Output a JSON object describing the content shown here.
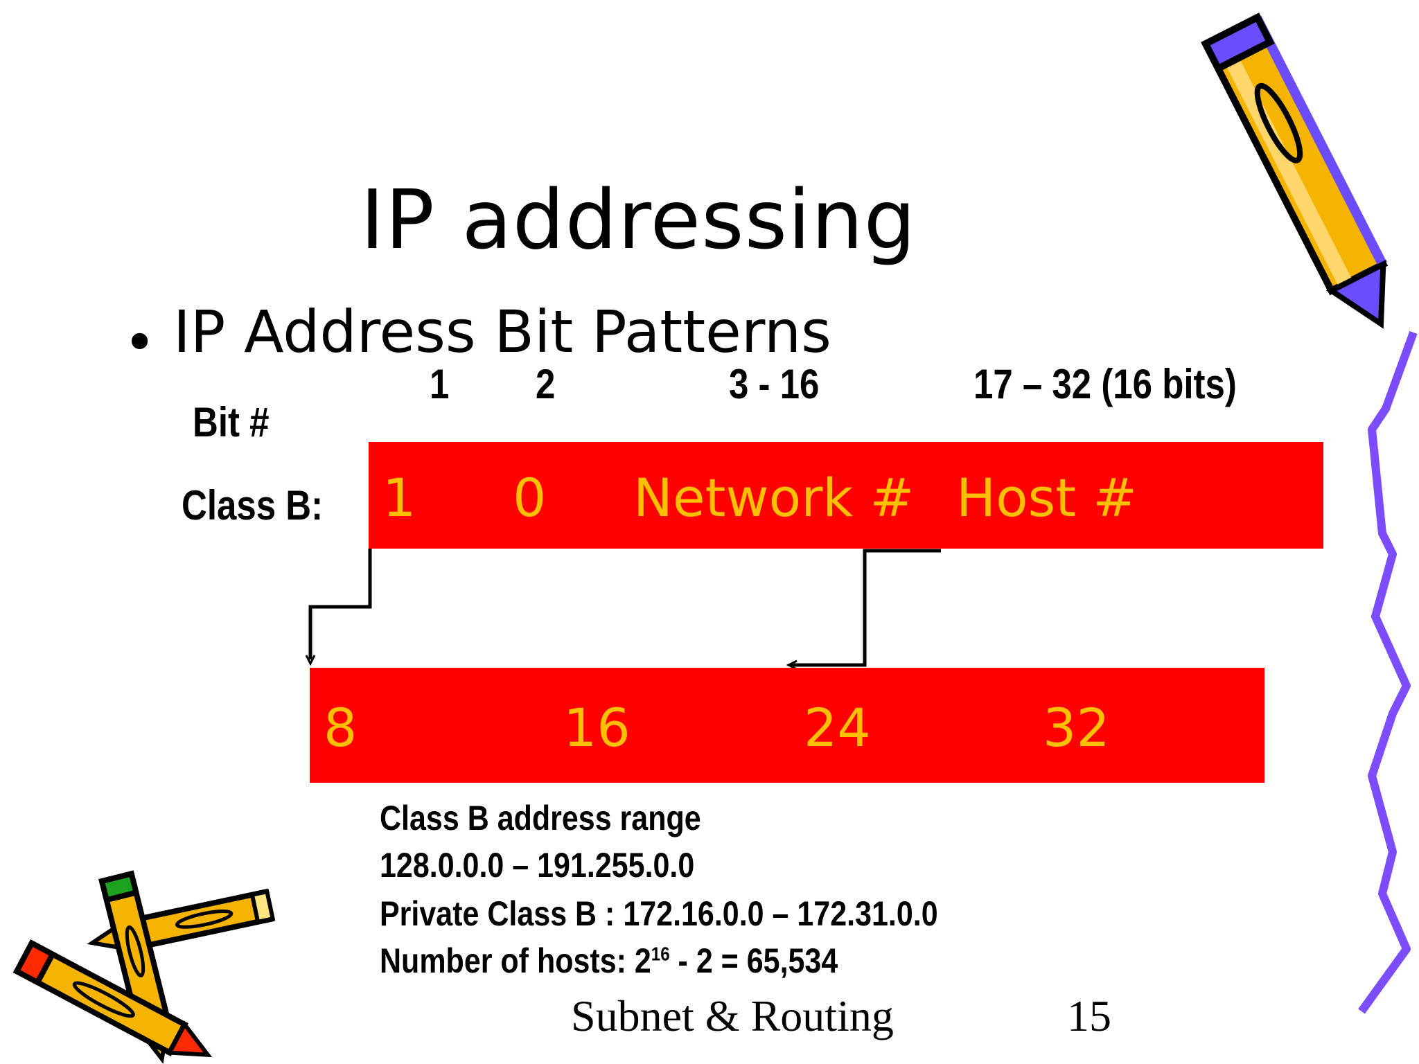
{
  "slide": {
    "title": "IP addressing",
    "bullet": "IP Address Bit Patterns",
    "bit_number_label": "Bit #",
    "bit_positions": [
      "1",
      "2",
      "3 - 16",
      "17 – 32 (16 bits)"
    ],
    "class_label": "Class B:",
    "top_bar": {
      "bit1": "1",
      "bit2": "0",
      "network": "Network #",
      "host": "Host #"
    },
    "bottom_bar": [
      "8",
      "16",
      "24",
      "32"
    ],
    "info": {
      "range_heading": "Class B address range",
      "range": "128.0.0.0 – 191.255.0.0",
      "private": "Private Class B : 172.16.0.0 – 172.31.0.0",
      "hosts_prefix": "Number of hosts: 2",
      "hosts_exponent": "16",
      "hosts_suffix": " - 2 = 65,534"
    },
    "footer": "Subnet & Routing",
    "page_number": "15"
  },
  "colors": {
    "bar_fill": "#ff0000",
    "bar_text": "#ffc000",
    "pencil_body": "#f5b400",
    "squiggle": "#7b4dff"
  },
  "icons": [
    "pencil-icon",
    "crayons-icon",
    "squiggle-line"
  ]
}
